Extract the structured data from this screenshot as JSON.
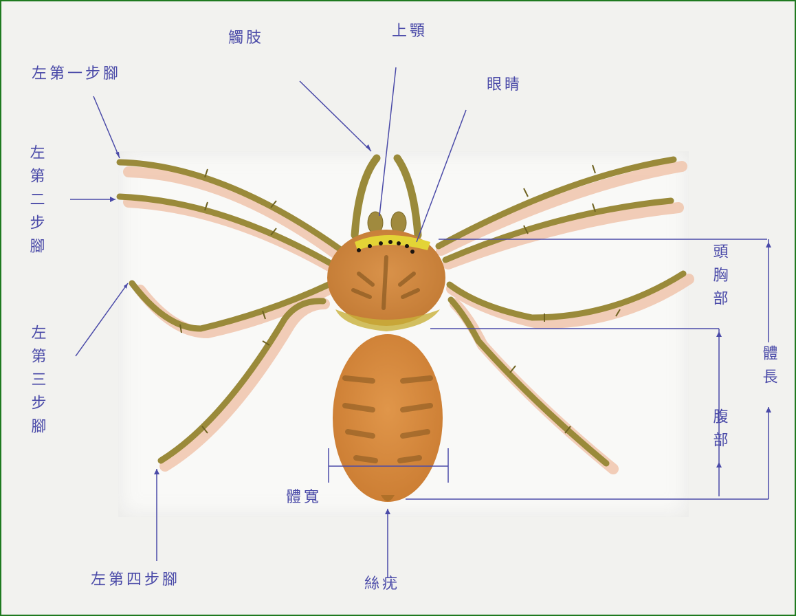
{
  "labels": {
    "antenna": "觸肢",
    "chelicera": "上顎",
    "eyes": "眼睛",
    "leg1": "左第一步腳",
    "leg2": "左第二步腳",
    "leg3": "左第三步腳",
    "leg4": "左第四步腳",
    "cephalothorax": "頭胸部",
    "abdomen": "腹部",
    "body_length": "體長",
    "body_width": "體寬",
    "spinneret": "絲疣"
  },
  "colors": {
    "label_ink": "#4a4aa8",
    "frame_border": "#1f7a1f",
    "body_orange": "#d98a3a",
    "leg_olive": "#9a8a3a",
    "eye_band": "#e3d436"
  }
}
